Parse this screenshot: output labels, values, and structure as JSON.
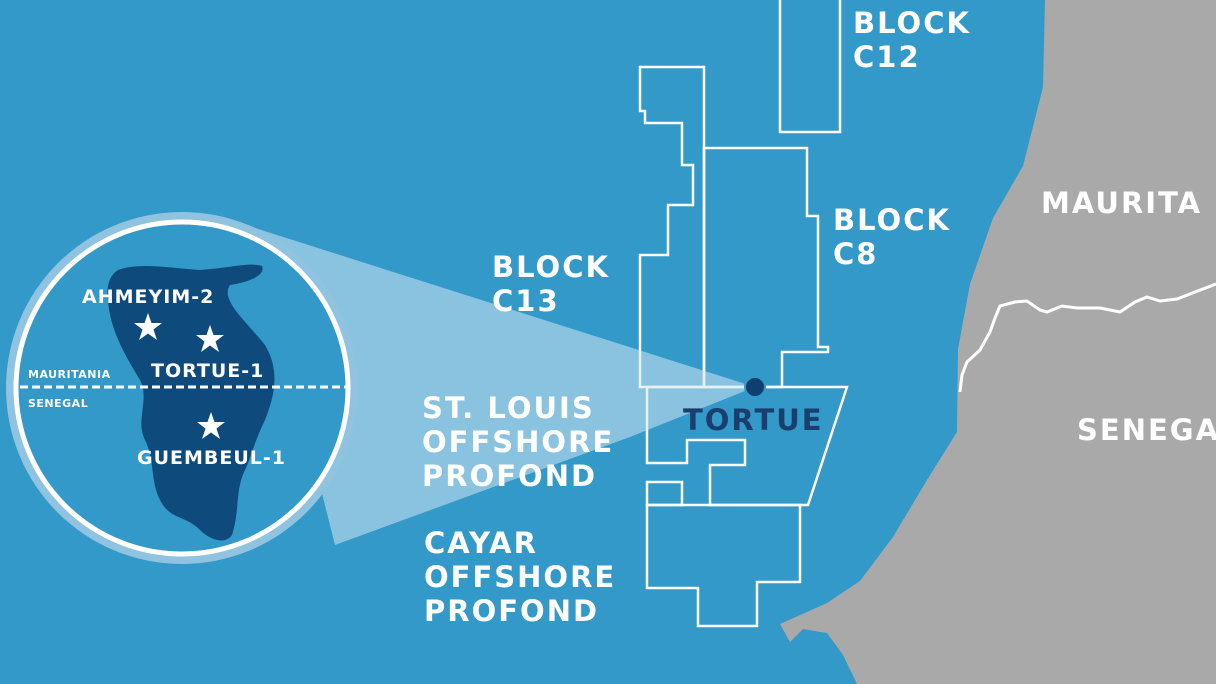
{
  "colors": {
    "sea": "#3399c8",
    "land": "#a9a9a9",
    "field": "#0f4a7d",
    "highlight": "#1a3f6e",
    "outline": "#ffffff"
  },
  "blocks": [
    {
      "line1": "BLOCK",
      "line2": "C12"
    },
    {
      "line1": "BLOCK",
      "line2": "C8"
    },
    {
      "line1": "BLOCK",
      "line2": "C13"
    }
  ],
  "st_louis": {
    "line1": "ST. LOUIS",
    "line2": "OFFSHORE",
    "line3": "PROFOND"
  },
  "cayar": {
    "line1": "CAYAR",
    "line2": "OFFSHORE",
    "line3": "PROFOND"
  },
  "field_label": "TORTUE",
  "countries": {
    "north": "MAURITA",
    "south": "SENEGA"
  },
  "inset": {
    "north_label": "MAURITANIA",
    "south_label": "SENEGAL",
    "wells": [
      "AHMEYIM-2",
      "TORTUE-1",
      "GUEMBEUL-1"
    ]
  }
}
